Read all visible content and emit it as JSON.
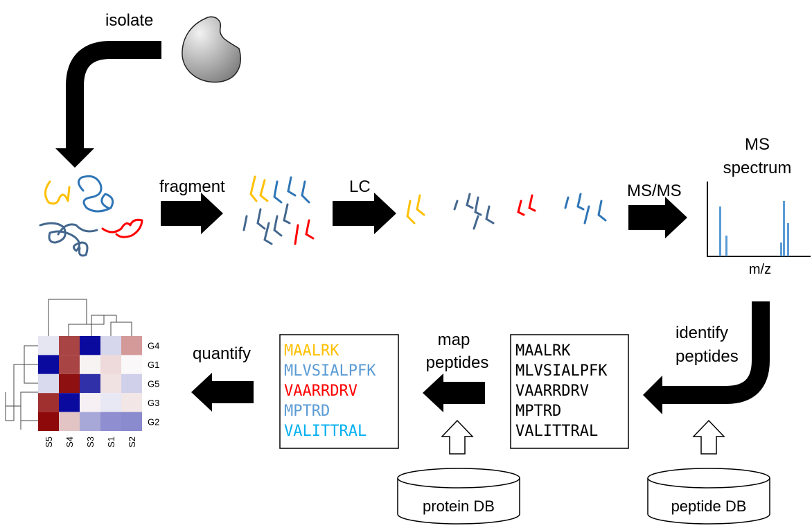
{
  "steps": {
    "isolate": "isolate",
    "fragment": "fragment",
    "lc": "LC",
    "msms": "MS/MS",
    "spectrum_line1": "MS",
    "spectrum_line2": "spectrum",
    "mz_axis": "m/z",
    "identify_line1": "identify",
    "identify_line2": "peptides",
    "map_line1": "map",
    "map_line2": "peptides",
    "quantify": "quantify"
  },
  "peptides_plain": [
    "MAALRK",
    "MLVSIALPFK",
    "VAARRDRV",
    "MPTRD",
    "VALITTRAL"
  ],
  "peptides_mapped": [
    {
      "seq": "MAALRK",
      "color": "#FFC000"
    },
    {
      "seq": "MLVSIALPFK",
      "color": "#5B9BD5"
    },
    {
      "seq": "VAARRDRV",
      "color": "#FF0000"
    },
    {
      "seq": "MPTRD",
      "color": "#5B9BD5"
    },
    {
      "seq": "VALITTRAL",
      "color": "#00B0F0"
    }
  ],
  "databases": {
    "protein": "protein DB",
    "peptide": "peptide DB"
  },
  "heatmap": {
    "rows": [
      "G4",
      "G1",
      "G5",
      "G3",
      "G2"
    ],
    "cols": [
      "S5",
      "S4",
      "S3",
      "S1",
      "S2"
    ],
    "colors": [
      [
        "#E6E6F2",
        "#A84444",
        "#0A0A9E",
        "#D6D6EC",
        "#D49A9A"
      ],
      [
        "#0A0A9E",
        "#A84444",
        "#F8F3F3",
        "#EEDADA",
        "#FAF8F8"
      ],
      [
        "#DADAEE",
        "#8E1010",
        "#3030A8",
        "#F0E2E2",
        "#D0D0EA"
      ],
      [
        "#A03030",
        "#0A0A9E",
        "#F6F0F4",
        "#E8E8F4",
        "#F2E6E6"
      ],
      [
        "#8E0A0A",
        "#E2C4C4",
        "#A8A8D8",
        "#8E8ED0",
        "#8A8ACE"
      ]
    ]
  },
  "colors": {
    "yellow": "#FFC000",
    "blue": "#2E75B6",
    "slate": "#44678E",
    "red": "#FF0000",
    "spectrum": "#5B9BD5"
  }
}
